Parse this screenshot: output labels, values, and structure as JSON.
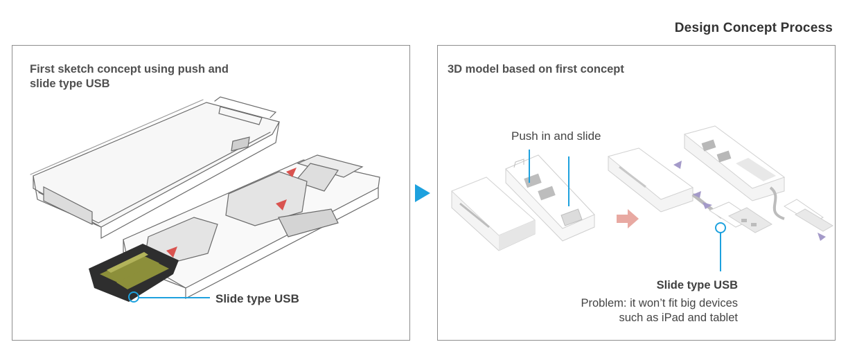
{
  "title": "Design Concept Process",
  "left_panel": {
    "caption": "First sketch concept using push and slide type USB",
    "callout": "Slide type USB"
  },
  "right_panel": {
    "caption": "3D model based on first concept",
    "push_label": "Push in and slide",
    "callout_title": "Slide type USB",
    "problem_line1": "Problem: it won’t fit big devices",
    "problem_line2": "such as iPad and tablet"
  },
  "colors": {
    "accent": "#1da1de",
    "arrow": "#e8a9a2",
    "border": "#8c8c8c"
  }
}
